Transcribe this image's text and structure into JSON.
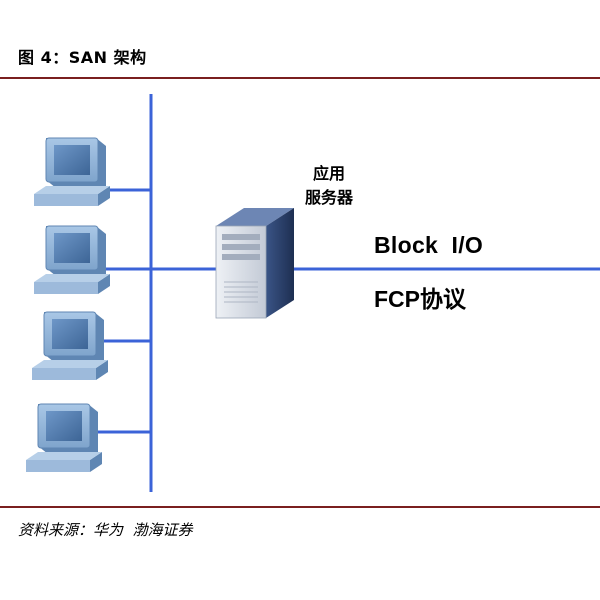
{
  "figure": {
    "title": "图 4：SAN 架构",
    "source": "资料来源：华为  渤海证券"
  },
  "diagram": {
    "server_label_line1": "应用",
    "server_label_line2": "服务器",
    "link_label_1": "Block  I/O",
    "link_label_2": "FCP协议",
    "client_count": 4,
    "colors": {
      "line": "#3b63d8",
      "rule": "#7a1f1f",
      "monitor_body": "#8ab0d6",
      "monitor_screen": "#4f7bb0",
      "server_front": "#d6dbe3",
      "server_side": "#2a3f6a"
    },
    "icons": [
      "desktop-computer-icon",
      "server-tower-icon"
    ]
  }
}
